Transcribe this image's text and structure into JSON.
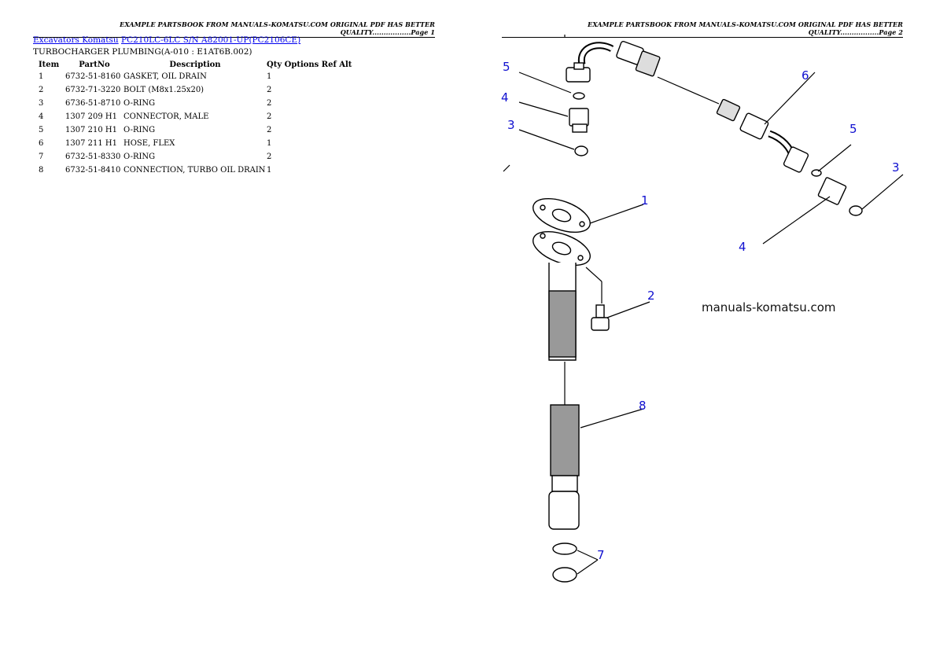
{
  "header": {
    "page1": "EXAMPLE PARTSBOOK FROM MANUALS-KOMATSU.COM ORIGINAL PDF HAS BETTER QUALITY.................Page 1",
    "page2": "EXAMPLE PARTSBOOK FROM MANUALS-KOMATSU.COM ORIGINAL PDF HAS BETTER QUALITY.................Page 2"
  },
  "breadcrumb": {
    "link1": "Excavators Komatsu",
    "link2": "PC210LC-6LC S/N A82001-UP(PC2106CE)"
  },
  "section_title": "TURBOCHARGER PLUMBING(A-010 : E1AT6B.002)",
  "table": {
    "headers": {
      "item": "Item",
      "partno": "PartNo",
      "description": "Description",
      "rest": "Qty Options Ref Alt"
    },
    "rows": [
      {
        "item": "1",
        "partno": "6732-51-8160",
        "description": "GASKET, OIL DRAIN",
        "qty": "1"
      },
      {
        "item": "2",
        "partno": "6732-71-3220",
        "description": "BOLT (M8x1.25x20)",
        "qty": "2"
      },
      {
        "item": "3",
        "partno": "6736-51-8710",
        "description": "O-RING",
        "qty": "2"
      },
      {
        "item": "4",
        "partno": "1307 209 H1",
        "description": "CONNECTOR, MALE",
        "qty": "2"
      },
      {
        "item": "5",
        "partno": "1307 210 H1",
        "description": "O-RING",
        "qty": "2"
      },
      {
        "item": "6",
        "partno": "1307 211 H1",
        "description": "HOSE, FLEX",
        "qty": "1"
      },
      {
        "item": "7",
        "partno": "6732-51-8330",
        "description": "O-RING",
        "qty": "2"
      },
      {
        "item": "8",
        "partno": "6732-51-8410",
        "description": "CONNECTION, TURBO OIL DRAIN",
        "qty": "1"
      }
    ]
  },
  "diagram": {
    "callouts": [
      "5",
      "4",
      "3",
      "6",
      "5",
      "3",
      "4",
      "1",
      "2",
      "8",
      "7"
    ],
    "watermark": "manuals-komatsu.com"
  },
  "colors": {
    "link": "#0000ee",
    "callout": "#1010d0"
  }
}
